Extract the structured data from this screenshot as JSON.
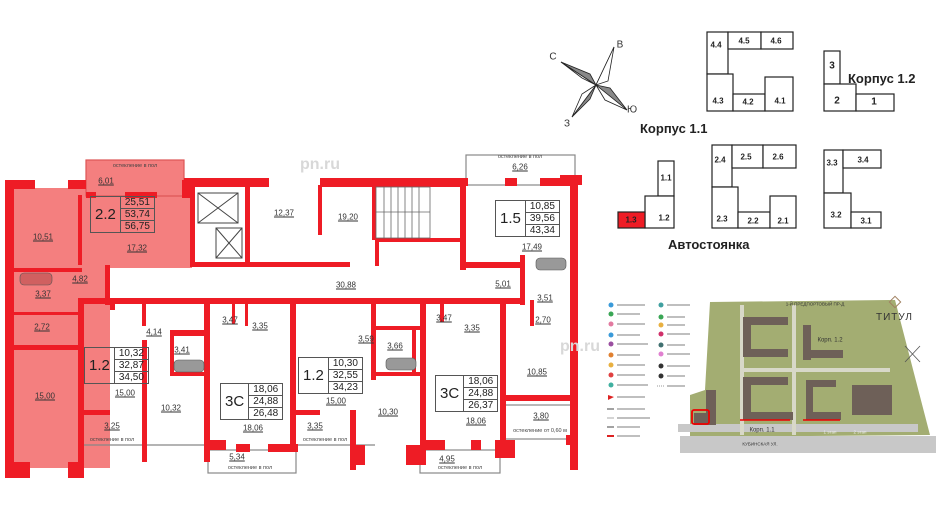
{
  "colors": {
    "wall": "#ee1c25",
    "selected_apartment": "#f47f7f",
    "balcony_outline": "#888888",
    "site_green": "#a3ad72",
    "building": "#6e6058",
    "road": "#c8c8c8"
  },
  "watermark": "pn.ru",
  "apartments": [
    {
      "type": "2.2",
      "living": "25,51",
      "total": "53,74",
      "total_full": "56,75",
      "selected": true
    },
    {
      "type": "1.5",
      "living": "10,85",
      "total": "39,56",
      "total_full": "43,34"
    },
    {
      "type": "1.2",
      "living": "10,32",
      "total": "32,87",
      "total_full": "34,50"
    },
    {
      "type": "3С",
      "living": "18,06",
      "total": "24,88",
      "total_full": "26,48"
    },
    {
      "type": "1.2",
      "living": "10,30",
      "total": "32,55",
      "total_full": "34,23"
    },
    {
      "type": "3С",
      "living": "18,06",
      "total": "24,88",
      "total_full": "26,37"
    }
  ],
  "rooms": [
    "6,01",
    "10,51",
    "17,32",
    "4,82",
    "3,37",
    "2,72",
    "15,00",
    "12,37",
    "19,20",
    "6,26",
    "17,49",
    "30,88",
    "5,01",
    "3,51",
    "2,70",
    "4,14",
    "3,41",
    "3,47",
    "3,35",
    "15,00",
    "10,32",
    "18,06",
    "3,25",
    "5,34",
    "3,35",
    "15,00",
    "3,59",
    "3,66",
    "10,30",
    "3,47",
    "3,35",
    "18,06",
    "10,85",
    "3,80",
    "4,95"
  ],
  "glazing": {
    "floor": "остекление в пол",
    "partial": "остекление от 0,60 м"
  },
  "compass": {
    "n": "С",
    "e": "В",
    "s": "Ю",
    "w": "З"
  },
  "keyplan": {
    "korpus_11": "Корпус 1.1",
    "korpus_12": "Корпус 1.2",
    "parking": "Автостоянка",
    "sections": [
      "4.4",
      "4.5",
      "4.6",
      "4.3",
      "4.2",
      "4.1",
      "3",
      "2",
      "1",
      "1.1",
      "1.2",
      "1.3",
      "2.4",
      "2.5",
      "2.6",
      "2.3",
      "2.2",
      "2.1",
      "3.3",
      "3.4",
      "3.2",
      "3.1"
    ],
    "selected_section": "1.3"
  },
  "site_map": {
    "brand": "ТИТУЛ",
    "street": "КУБИНСКАЯ УЛ.",
    "road": "1-Й ПРЕДПОРТОВЫЙ ПР-Д",
    "korpus_label": "Корп. 1.1",
    "korpus_label_2": "Корп. 1.2",
    "stage1": "1 этап",
    "stage2": "2 этап"
  }
}
